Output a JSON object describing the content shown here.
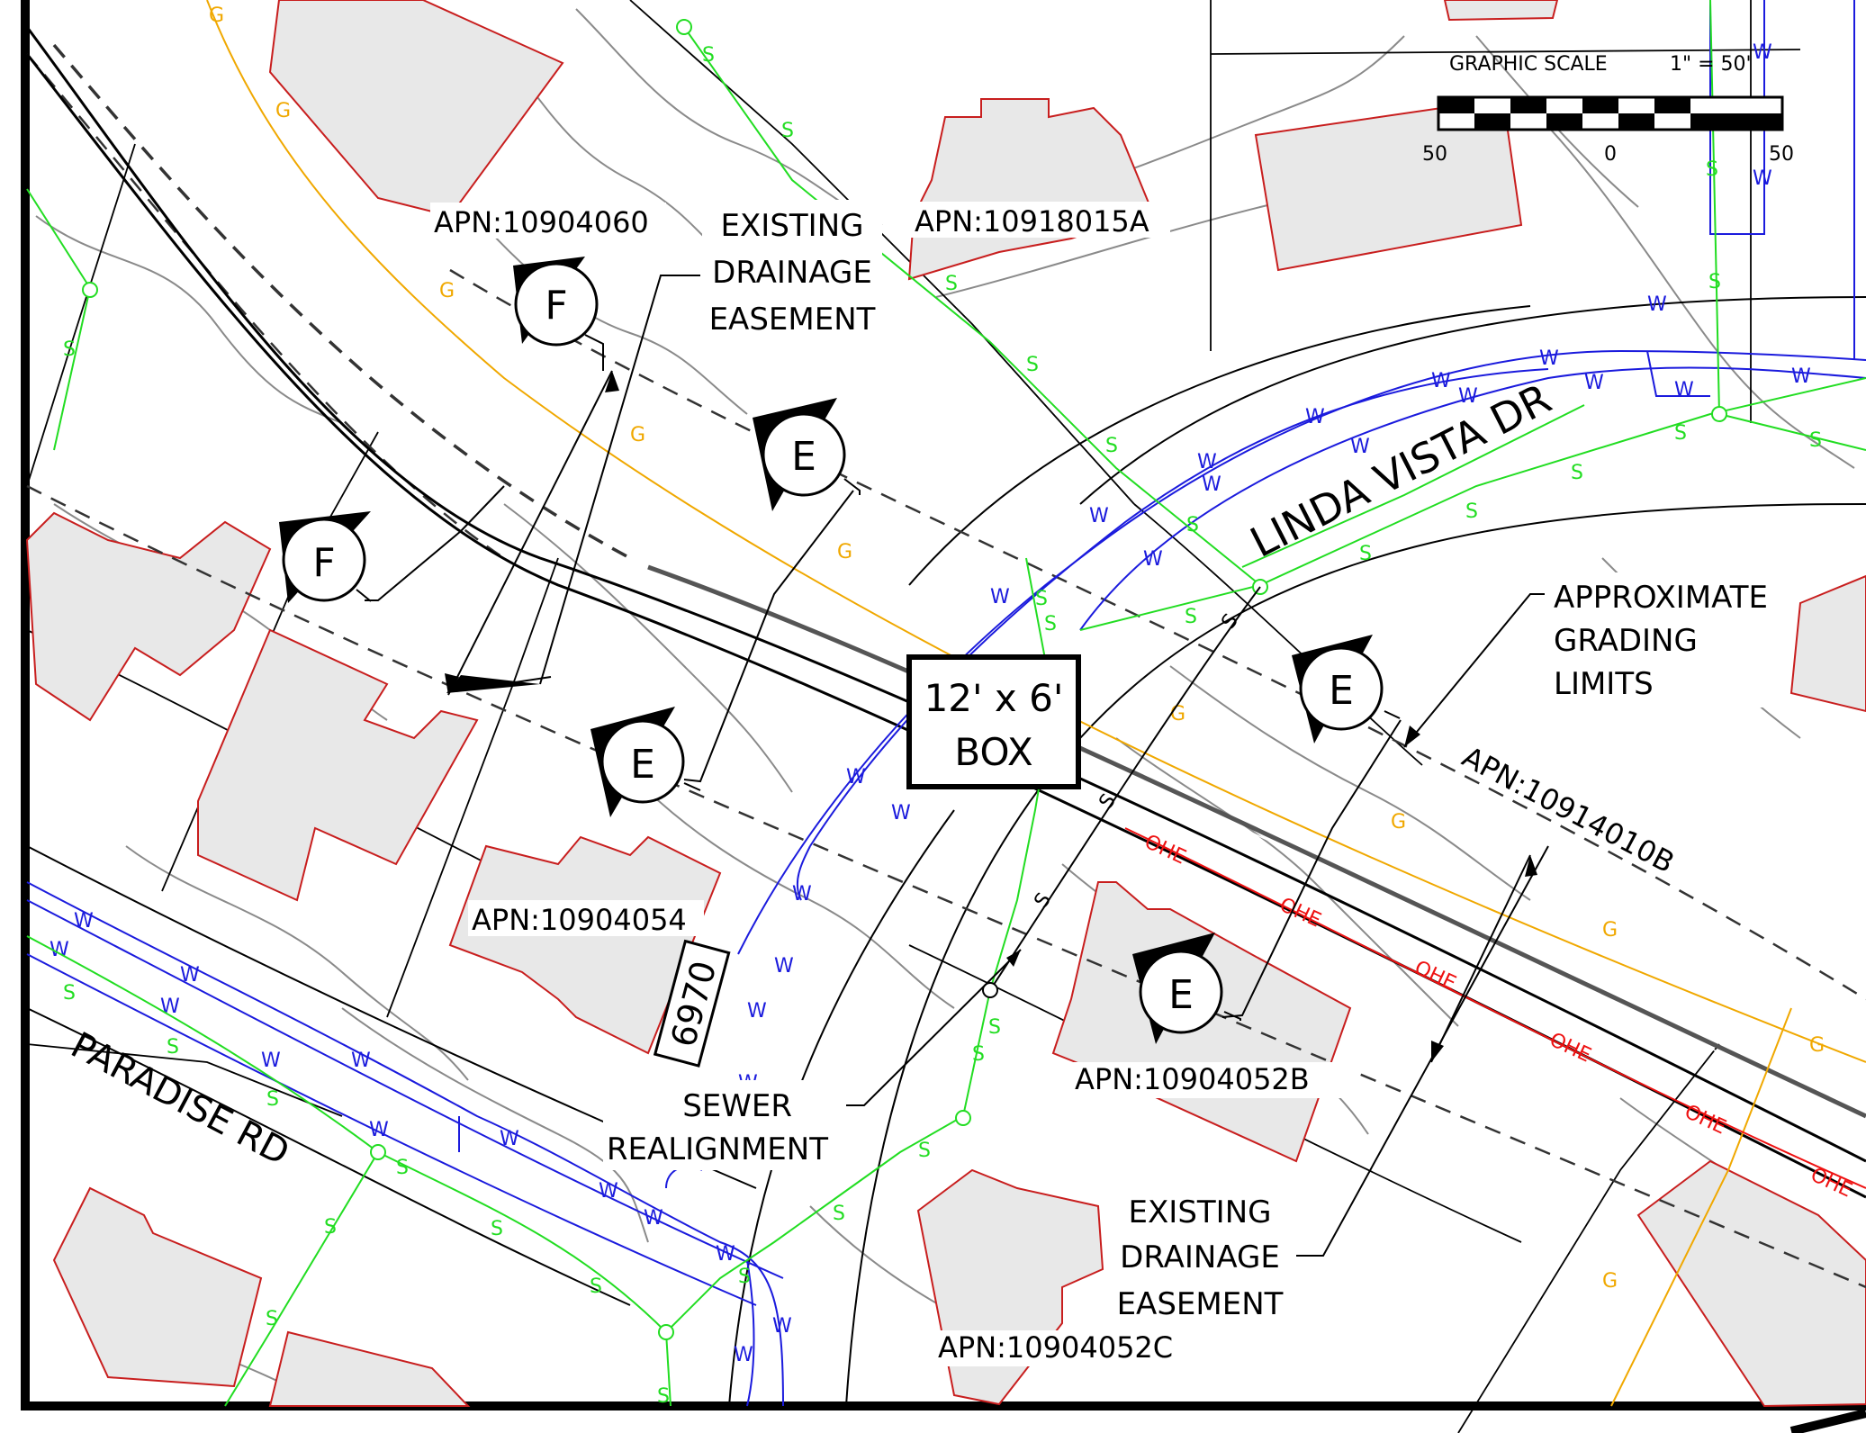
{
  "sheet": {
    "scale": {
      "title": "GRAPHIC SCALE",
      "ratio": "1\" = 50'",
      "ticks": [
        "50",
        "0",
        "50"
      ]
    }
  },
  "streets": {
    "linda_vista": "LINDA VISTA DR",
    "paradise": "PARADISE RD"
  },
  "parcels": {
    "p1": "APN:10904060",
    "p2": "APN:10918015A",
    "p3": "APN:10904054",
    "p4": "APN:10904052B",
    "p5": "APN:10904052C",
    "p6": "APN:10914010B"
  },
  "callouts": {
    "drainage_top": [
      "EXISTING",
      "DRAINAGE",
      "EASEMENT"
    ],
    "drainage_bottom": [
      "EXISTING",
      "DRAINAGE",
      "EASEMENT"
    ],
    "grading": [
      "APPROXIMATE",
      "GRADING",
      "LIMITS"
    ],
    "sewer": [
      "SEWER",
      "REALIGNMENT"
    ],
    "box": [
      "12' x 6'",
      "BOX"
    ]
  },
  "address_number": "6970",
  "section_markers": {
    "F": "F",
    "E": "E"
  },
  "utility_codes": {
    "sewer": "S",
    "water": "W",
    "gas": "G",
    "overhead": "OHE"
  },
  "colors": {
    "sewer": "#22dd22",
    "water": "#1b1bdd",
    "gas": "#f0a800",
    "overhead": "#ee1111",
    "parcel_outline": "#c81e1e",
    "building_fill": "#e8e8e8",
    "contour": "#8a8a8a"
  }
}
